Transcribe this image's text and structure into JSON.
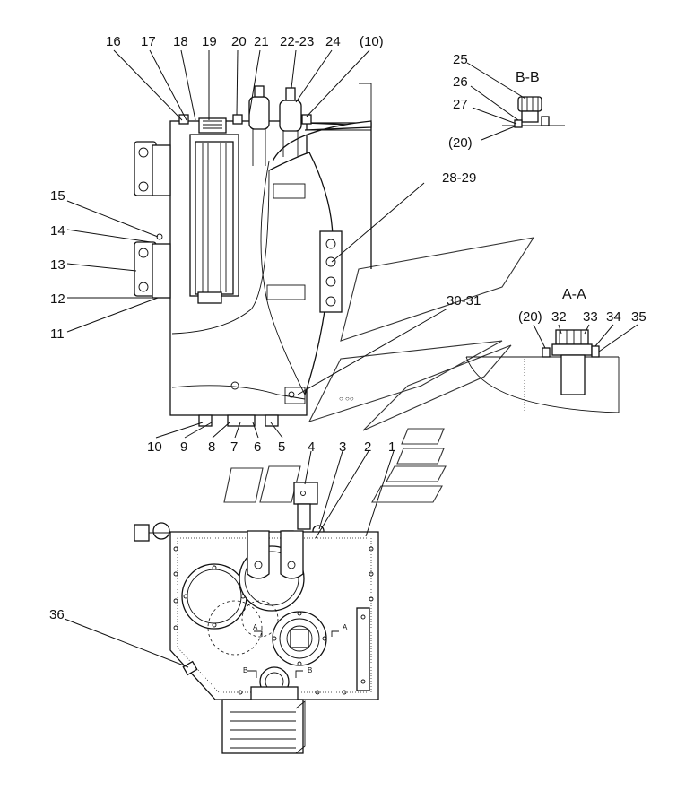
{
  "callouts": [
    {
      "text": "16"
    },
    {
      "text": "17"
    },
    {
      "text": "18"
    },
    {
      "text": "19"
    },
    {
      "text": "20"
    },
    {
      "text": "21"
    },
    {
      "text": "22-23"
    },
    {
      "text": "24"
    },
    {
      "text": "(10)"
    },
    {
      "text": "25"
    },
    {
      "text": "26"
    },
    {
      "text": "27"
    },
    {
      "text": "(20)"
    },
    {
      "text": "28-29"
    },
    {
      "text": "15"
    },
    {
      "text": "14"
    },
    {
      "text": "13"
    },
    {
      "text": "12"
    },
    {
      "text": "11"
    },
    {
      "text": "30-31"
    },
    {
      "text": "(20)"
    },
    {
      "text": "32"
    },
    {
      "text": "33"
    },
    {
      "text": "34"
    },
    {
      "text": "35"
    },
    {
      "text": "10"
    },
    {
      "text": "9"
    },
    {
      "text": "8"
    },
    {
      "text": "7"
    },
    {
      "text": "6"
    },
    {
      "text": "5"
    },
    {
      "text": "4"
    },
    {
      "text": "3"
    },
    {
      "text": "2"
    },
    {
      "text": "1"
    },
    {
      "text": "36"
    }
  ],
  "sections": {
    "bb_title": "B-B",
    "aa_title": "A-A",
    "marker_a": "A",
    "marker_b": "B"
  }
}
